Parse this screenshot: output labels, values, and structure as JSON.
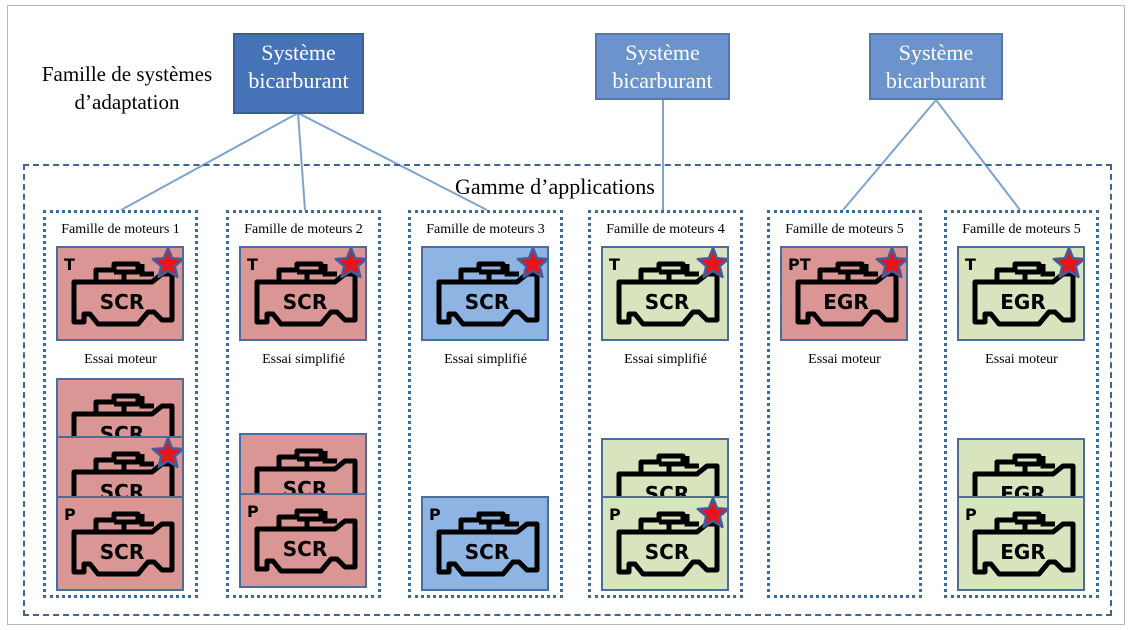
{
  "family_label": [
    "Famille de systèmes",
    "d’adaptation"
  ],
  "systems": [
    {
      "lines": [
        "Système",
        "bicarburant"
      ]
    },
    {
      "lines": [
        "Système",
        "bicarburant"
      ]
    },
    {
      "lines": [
        "Système",
        "bicarburant"
      ]
    }
  ],
  "range_title": "Gamme d’applications",
  "colors": {
    "pink": "#d99694",
    "blue": "#8db4e2",
    "green": "#d7e4bd",
    "star": "#e8141c",
    "star_outline": "#3f5f9c"
  },
  "columns": [
    {
      "title": "Famille de moteurs 1",
      "test": "Essai moteur",
      "primary": {
        "color": "pink",
        "prefix": "T",
        "label": "SCR",
        "star": true
      },
      "stack": [
        {
          "color": "pink",
          "prefix": "",
          "label": "SCR",
          "star": false
        },
        {
          "color": "pink",
          "prefix": "",
          "label": "SCR",
          "star": true
        },
        {
          "color": "pink",
          "prefix": "P",
          "label": "SCR",
          "star": false
        }
      ]
    },
    {
      "title": "Famille de moteurs 2",
      "test": "Essai simplifié",
      "primary": {
        "color": "pink",
        "prefix": "T",
        "label": "SCR",
        "star": true
      },
      "stack": [
        {
          "color": "pink",
          "prefix": "",
          "label": "SCR",
          "star": false
        },
        {
          "color": "pink",
          "prefix": "P",
          "label": "SCR",
          "star": false
        }
      ]
    },
    {
      "title": "Famille de moteurs 3",
      "test": "Essai simplifié",
      "primary": {
        "color": "blue",
        "prefix": "",
        "label": "SCR",
        "star": true
      },
      "stack": [
        {
          "color": "blue",
          "prefix": "P",
          "label": "SCR",
          "star": false
        }
      ]
    },
    {
      "title": "Famille de moteurs 4",
      "test": "Essai simplifié",
      "primary": {
        "color": "green",
        "prefix": "T",
        "label": "SCR",
        "star": true
      },
      "stack": [
        {
          "color": "green",
          "prefix": "",
          "label": "SCR",
          "star": false
        },
        {
          "color": "green",
          "prefix": "P",
          "label": "SCR",
          "star": true
        }
      ]
    },
    {
      "title": "Famille de moteurs 5",
      "test": "Essai moteur",
      "primary": {
        "color": "pink",
        "prefix": "PT",
        "label": "EGR",
        "star": true
      },
      "stack": []
    },
    {
      "title": "Famille de moteurs 5",
      "test": "Essai moteur",
      "primary": {
        "color": "green",
        "prefix": "T",
        "label": "EGR",
        "star": true
      },
      "stack": [
        {
          "color": "green",
          "prefix": "",
          "label": "EGR",
          "star": false
        },
        {
          "color": "green",
          "prefix": "P",
          "label": "EGR",
          "star": false
        }
      ]
    }
  ]
}
